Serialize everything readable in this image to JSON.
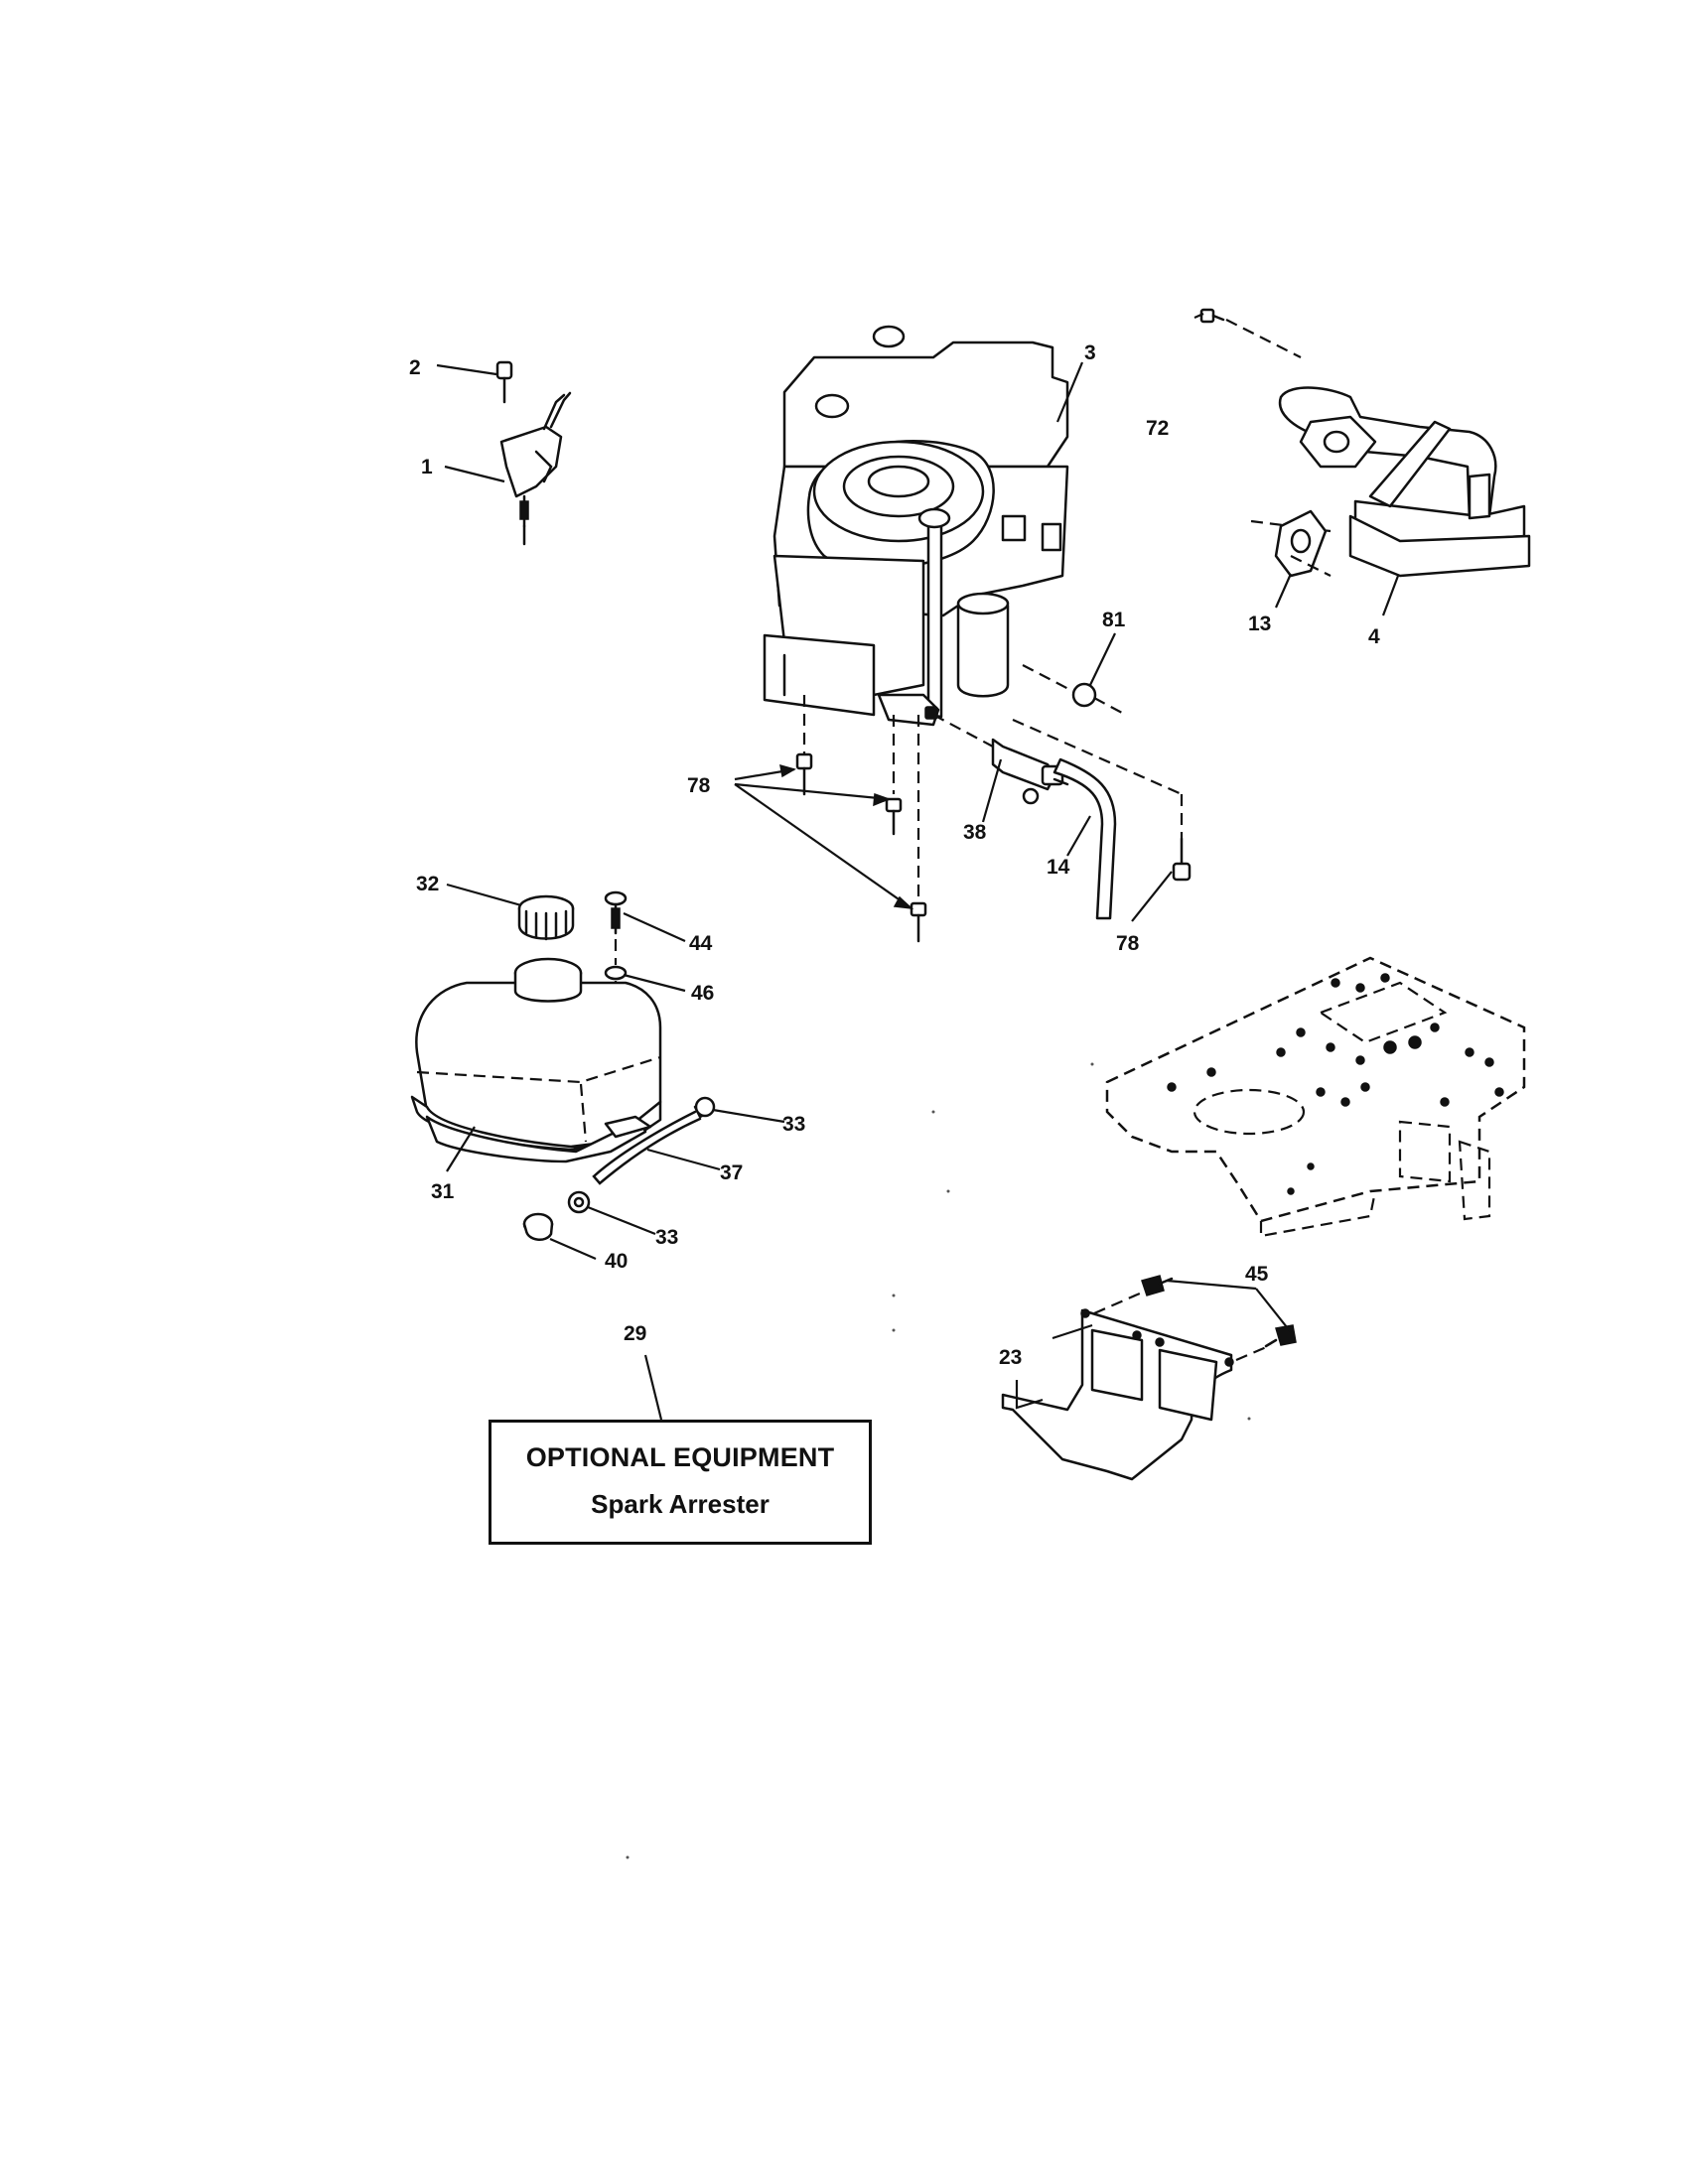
{
  "callouts": {
    "c1": "1",
    "c2": "2",
    "c3": "3",
    "c4": "4",
    "c13": "13",
    "c14": "14",
    "c23": "23",
    "c29": "29",
    "c31": "31",
    "c32": "32",
    "c33a": "33",
    "c33b": "33",
    "c37": "37",
    "c38": "38",
    "c40": "40",
    "c44": "44",
    "c45": "45",
    "c46": "46",
    "c72": "72",
    "c78a": "78",
    "c78b": "78",
    "c81": "81"
  },
  "optional_box": {
    "title": "OPTIONAL EQUIPMENT",
    "item": "Spark Arrester"
  }
}
